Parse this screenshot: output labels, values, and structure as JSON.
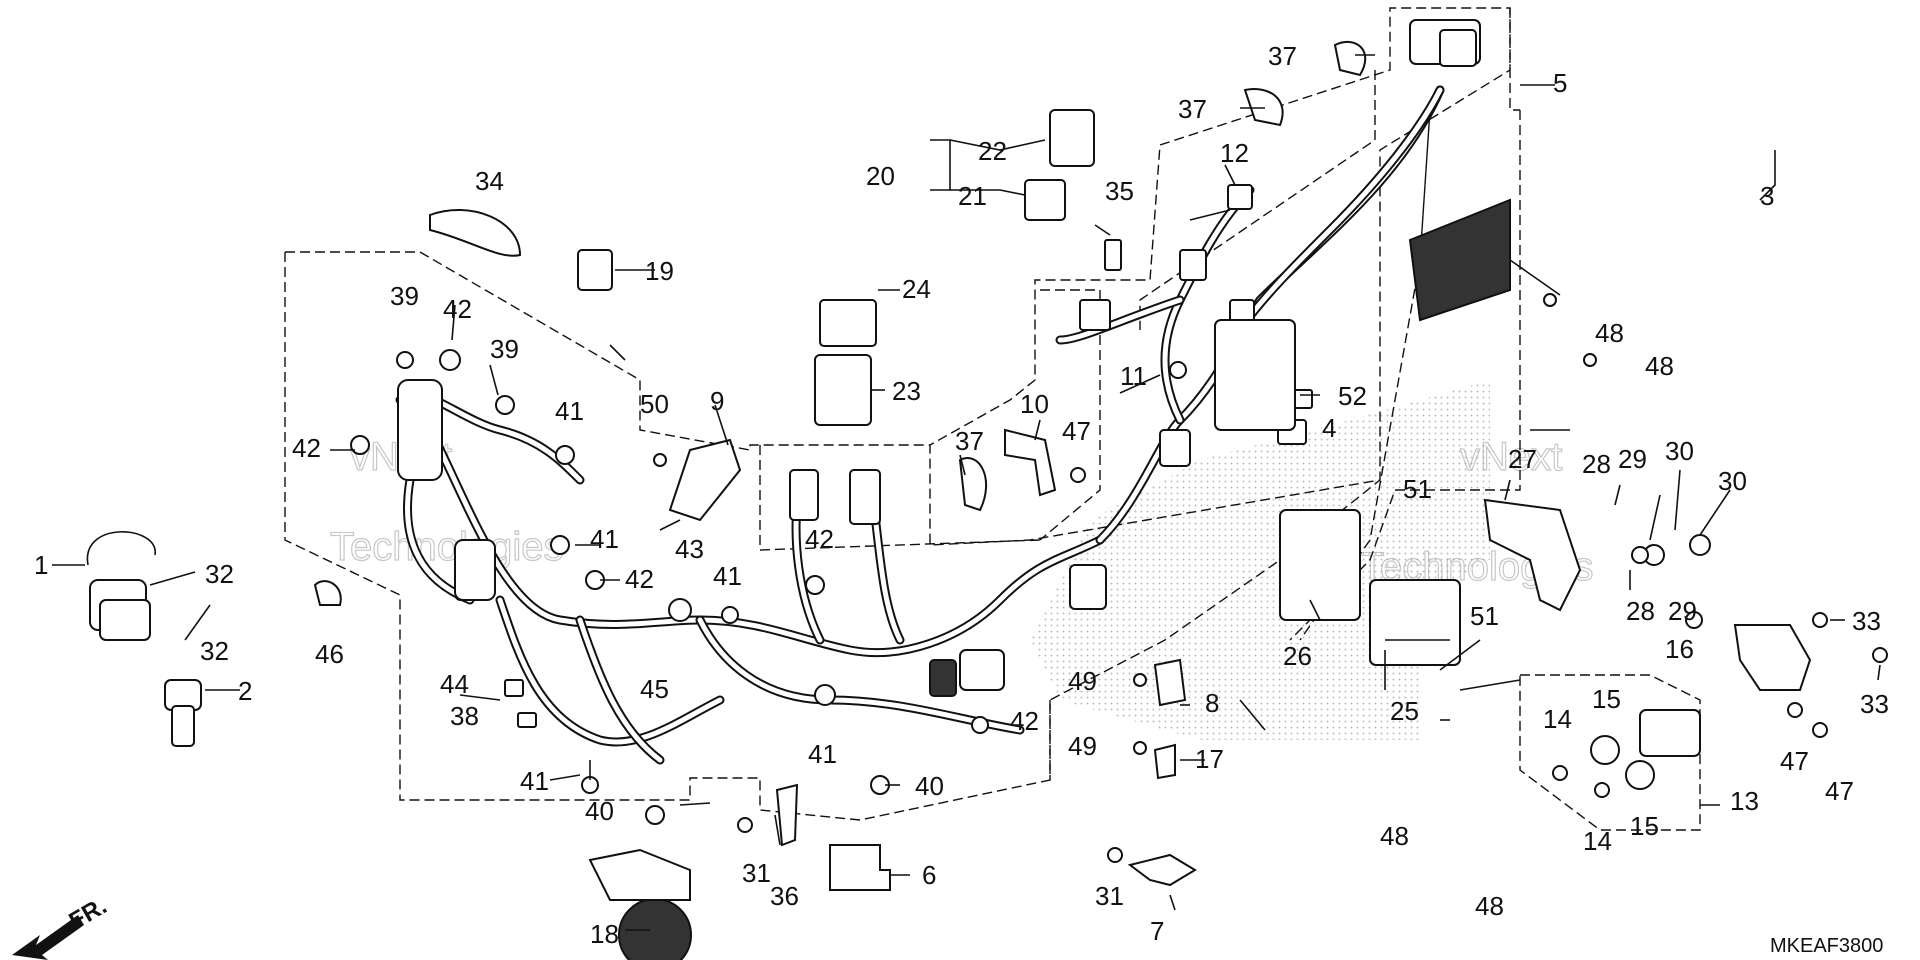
{
  "diagram": {
    "drawing_code": "MKEAF3800",
    "direction_marker": "FR.",
    "watermark_lines": [
      "vNext",
      "Technologies"
    ],
    "colors": {
      "ink": "#111111",
      "background": "#ffffff",
      "watermark": "#9a9a9a"
    },
    "callouts": {
      "c1": "1",
      "c2": "2",
      "c3": "3",
      "c4": "4",
      "c5": "5",
      "c6": "6",
      "c7": "7",
      "c8": "8",
      "c9": "9",
      "c10": "10",
      "c11": "11",
      "c12": "12",
      "c13": "13",
      "c14a": "14",
      "c14b": "14",
      "c15a": "15",
      "c15b": "15",
      "c16": "16",
      "c17": "17",
      "c18": "18",
      "c19": "19",
      "c20": "20",
      "c21": "21",
      "c22": "22",
      "c23": "23",
      "c24": "24",
      "c25": "25",
      "c26": "26",
      "c27": "27",
      "c28a": "28",
      "c28b": "28",
      "c29a": "29",
      "c29b": "29",
      "c30a": "30",
      "c30b": "30",
      "c31a": "31",
      "c31b": "31",
      "c32a": "32",
      "c32b": "32",
      "c33a": "33",
      "c33b": "33",
      "c34": "34",
      "c35": "35",
      "c36": "36",
      "c37a": "37",
      "c37b": "37",
      "c37c": "37",
      "c38": "38",
      "c39a": "39",
      "c39b": "39",
      "c40a": "40",
      "c40b": "40",
      "c41a": "41",
      "c41b": "41",
      "c41c": "41",
      "c41d": "41",
      "c41e": "41",
      "c42a": "42",
      "c42b": "42",
      "c42c": "42",
      "c42d": "42",
      "c42e": "42",
      "c43": "43",
      "c44": "44",
      "c45": "45",
      "c46": "46",
      "c47a": "47",
      "c47b": "47",
      "c47c": "47",
      "c48a": "48",
      "c48b": "48",
      "c48c": "48",
      "c48d": "48",
      "c49a": "49",
      "c49b": "49",
      "c50": "50",
      "c51a": "51",
      "c51b": "51",
      "c52": "52"
    }
  }
}
